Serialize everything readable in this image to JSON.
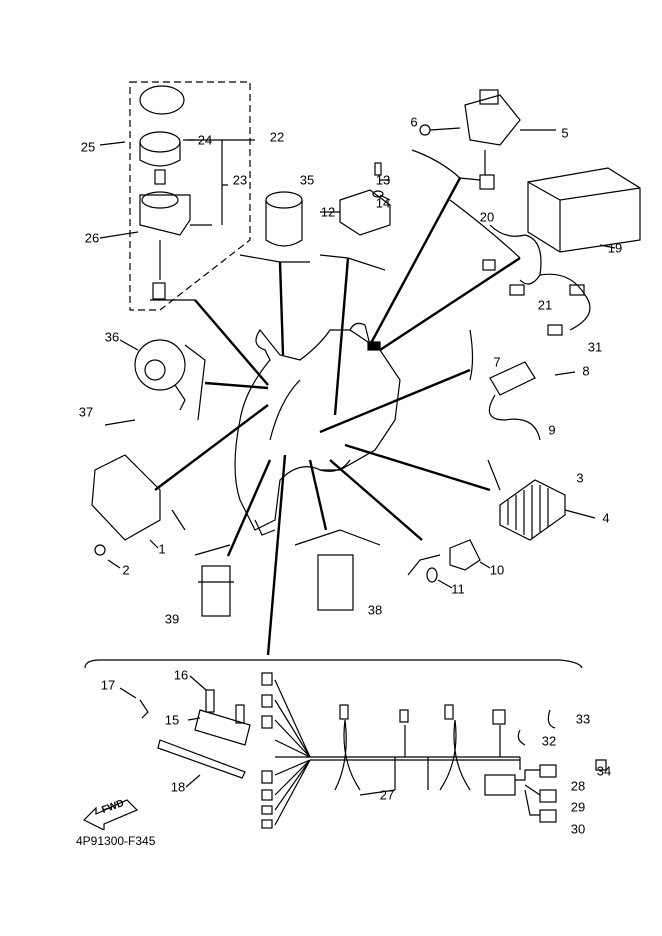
{
  "diagram_code": "4P91300-F345",
  "fwd_label": "FWD",
  "callouts": {
    "c1": "1",
    "c2": "2",
    "c3": "3",
    "c4": "4",
    "c5": "5",
    "c6": "6",
    "c7": "7",
    "c8": "8",
    "c9": "9",
    "c10": "10",
    "c11": "11",
    "c12": "12",
    "c13": "13",
    "c14": "14",
    "c15": "15",
    "c16": "16",
    "c17": "17",
    "c18": "18",
    "c19": "19",
    "c20": "20",
    "c21": "21",
    "c22": "22",
    "c23": "23",
    "c24": "24",
    "c25": "25",
    "c26": "26",
    "c27": "27",
    "c28": "28",
    "c29": "29",
    "c30": "30",
    "c31": "31",
    "c32": "32",
    "c33": "33",
    "c34": "34",
    "c35": "35",
    "c36": "36",
    "c37": "37",
    "c38": "38",
    "c39": "39"
  }
}
